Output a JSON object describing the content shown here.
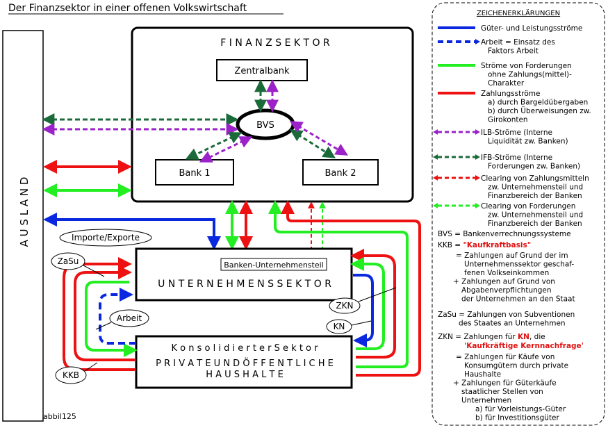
{
  "title": "Der Finanzsektor in einer offenen Volkswirtschaft",
  "footer_id": "abbil125",
  "boxes": {
    "ausland": "A U S L A N D",
    "finanzsektor": "F I N A N Z S E K T O R",
    "zentralbank": "Zentralbank",
    "bvs": "BVS",
    "bank1": "Bank 1",
    "bank2": "Bank 2",
    "unternehmensteil": "Banken-Unternehmensteil",
    "unternehmenssektor": "U N T E R N E H M E N S S E K T O R",
    "haushalte_line1": "K o n s o l i d i e r t e r   S e k t o r",
    "haushalte_line2": "P R I V A T E   U N D   Ö F F E N T L I C H E",
    "haushalte_line3": "H A U S H A L T E"
  },
  "flow_labels": {
    "importe_exporte": "Importe/Exporte",
    "zasu": "ZaSu",
    "arbeit": "Arbeit",
    "kkb": "KKB",
    "zkn": "ZKN",
    "kn": "KN"
  },
  "colors": {
    "gueter": "#0a28e0",
    "forderungen": "#22ee22",
    "zahlung": "#ee1111",
    "ilb": "#9a22c8",
    "ifb": "#1a6a3a",
    "red_text": "#e01010"
  },
  "legend": {
    "heading": "ZEICHENERKLÄRUNGEN",
    "items": [
      {
        "icon": "blue-solid-arrow-icon",
        "lines": [
          "Güter- und Leistungsströme"
        ]
      },
      {
        "icon": "blue-dashed-arrow-icon",
        "lines": [
          "Arbeit = Einsatz des",
          "Faktors Arbeit"
        ]
      },
      {
        "icon": "green-solid-line-icon",
        "lines": [
          "Ströme von Forderungen",
          "ohne Zahlungs(mittel)-",
          "Charakter"
        ]
      },
      {
        "icon": "red-solid-line-icon",
        "lines": [
          "Zahlungsströme",
          "a) durch Bargeldübergaben",
          "b) durch Überweisungen zw.",
          "Girokonten"
        ]
      },
      {
        "icon": "purple-dashed-arrow-icon",
        "lines": [
          "ILB-Ströme (Interne",
          "Liquidität zw. Banken)"
        ]
      },
      {
        "icon": "darkgreen-dashed-arrow-icon",
        "lines": [
          "IFB-Ströme (Interne",
          "Forderungen zw. Banken)"
        ]
      },
      {
        "icon": "red-dashed-arrow-icon",
        "lines": [
          "Clearing von Zahlungsmitteln",
          "zw. Unternehmensteil und",
          "Finanzbereich der Banken"
        ]
      },
      {
        "icon": "green-dashed-arrow-icon",
        "lines": [
          "Clearing von Forderungen",
          "zw. Unternehmensteil und",
          "Finanzbereich der Banken"
        ]
      }
    ],
    "bvs_def": "BVS = Bankenverrechnungssysteme",
    "kkb_prefix": "KKB = ",
    "kkb_term": "\"Kaufkraftbasis\"",
    "kkb_lines": [
      "= Zahlungen auf Grund der im",
      "Unternehmenssektor geschaf-",
      "fenen Volkseinkommen",
      "+ Zahlungen auf Grund von",
      "Abgabenverpflichtungen",
      "der Unternehmen an den Staat"
    ],
    "zasu_lines": [
      "ZaSu = Zahlungen von Subventionen",
      "des Staates an Unternehmen"
    ],
    "zkn_prefix": "ZKN =  Zahlungen für ",
    "zkn_kn": "KN",
    "zkn_suffix": ", die",
    "zkn_term": "'Kaufkräftige Kernnachfrage'",
    "zkn_lines": [
      "= Zahlungen für Käufe von",
      "Konsumgütern durch private",
      "Haushalte",
      "+ Zahlungen für Güterkäufe",
      "staatlicher Stellen von",
      "Unternehmen",
      "a) für Vorleistungs-Güter",
      "b) für Investitionsgüter"
    ]
  }
}
